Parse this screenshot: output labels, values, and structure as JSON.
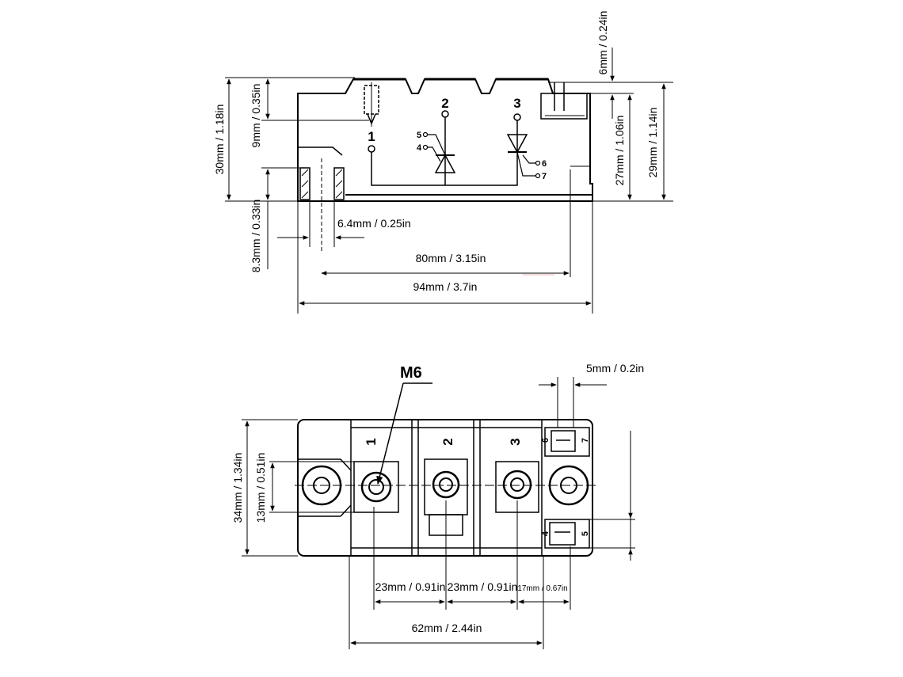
{
  "side_view": {
    "dim_height_total": "30mm / 1.18in",
    "dim_terminal_height": "9mm / 0.35in",
    "dim_base_to_hole": "8.3mm / 0.33in",
    "dim_aux_pin": "6mm / 0.24in",
    "dim_body_height": "27mm / 1.06in",
    "dim_height_right": "29mm / 1.14in",
    "dim_hole_width": "6.4mm / 0.25in",
    "dim_mount_pitch": "80mm / 3.15in",
    "dim_length": "94mm / 3.7in",
    "terminal_labels": [
      "1",
      "2",
      "3"
    ],
    "aux_labels": [
      "5",
      "4",
      "6",
      "7"
    ]
  },
  "top_view": {
    "screw_label": "M6",
    "dim_aux_width": "5mm / 0.2in",
    "dim_width": "34mm / 1.34in",
    "dim_terminal_width": "13mm / 0.51in",
    "dim_pitch_1_2": "23mm / 0.91in",
    "dim_pitch_2_3": "23mm / 0.91in",
    "dim_aux_offset": "17mm / 0.67in",
    "dim_terminal_span": "62mm / 2.44in",
    "terminal_labels": [
      "1",
      "2",
      "3"
    ],
    "aux_labels": [
      "6",
      "7",
      "5",
      "4"
    ]
  },
  "colors": {
    "line": "#000000",
    "background": "#ffffff",
    "faint_mark": "#e9b0b0"
  }
}
